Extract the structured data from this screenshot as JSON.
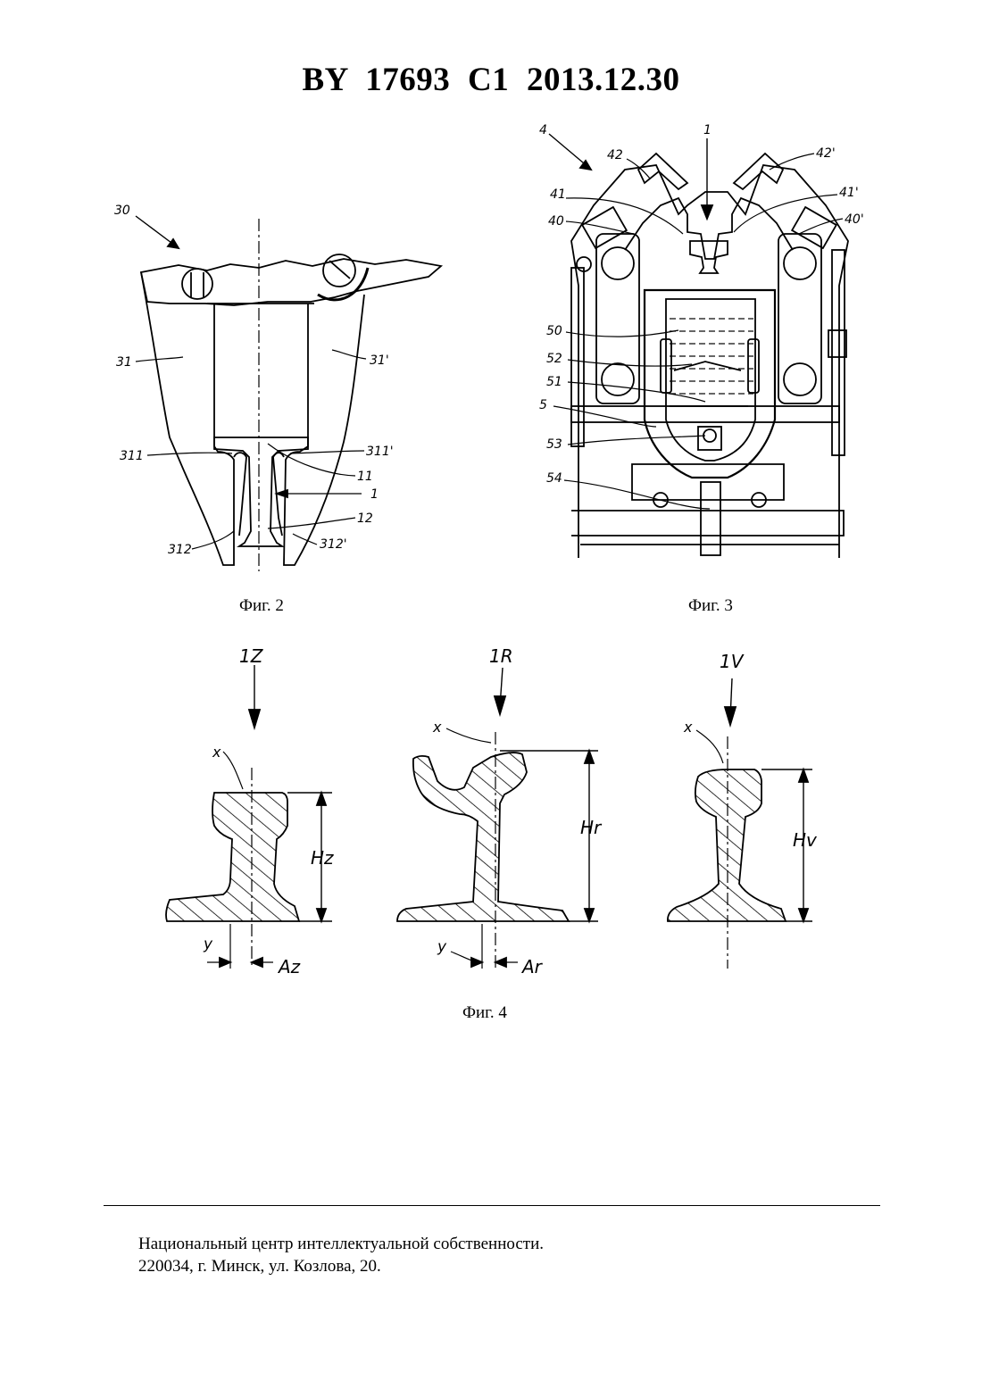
{
  "header": {
    "doc_number": "BY 17693 C1 2013.12.30"
  },
  "figures": {
    "fig2": {
      "caption": "Фиг. 2",
      "labels": {
        "l30": "30",
        "l31": "31",
        "l31p": "31'",
        "l311": "311",
        "l311p": "311'",
        "l11": "11",
        "l1": "1",
        "l12": "12",
        "l312": "312",
        "l312p": "312'"
      }
    },
    "fig3": {
      "caption": "Фиг. 3",
      "labels": {
        "l4": "4",
        "l1": "1",
        "l42": "42",
        "l42p": "42'",
        "l41": "41",
        "l41p": "41'",
        "l40": "40",
        "l40p": "40'",
        "l50": "50",
        "l52": "52",
        "l51": "51",
        "l5": "5",
        "l53": "53",
        "l54": "54"
      }
    },
    "fig4": {
      "caption": "Фиг. 4",
      "labels": {
        "z": "1Z",
        "r": "1R",
        "v": "1V",
        "x": "x",
        "y": "y",
        "hz": "Hz",
        "hr": "Hr",
        "hv": "Hv",
        "az": "Az",
        "ar": "Ar"
      }
    }
  },
  "footer": {
    "line1": "Национальный центр интеллектуальной собственности.",
    "line2": "220034, г. Минск, ул. Козлова, 20."
  }
}
